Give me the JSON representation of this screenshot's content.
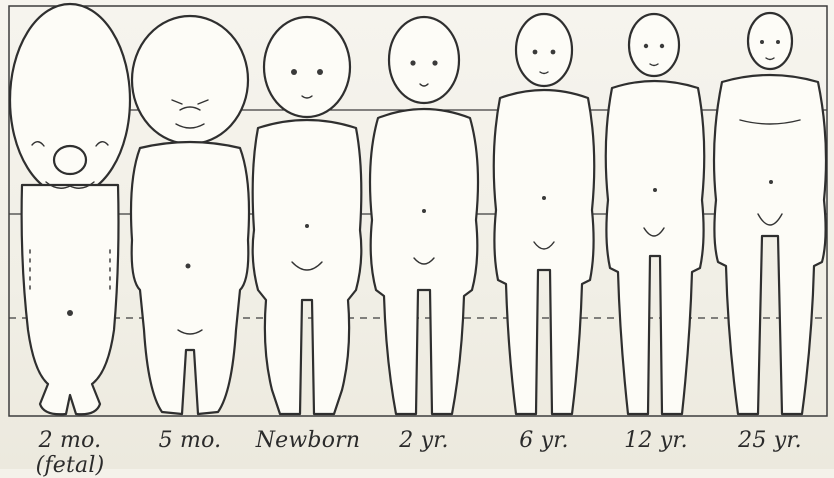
{
  "labels": [
    "2 mo. (fetal)",
    "5 mo.",
    "Newborn",
    "2 yr.",
    "6 yr.",
    "12 yr.",
    "25 yr."
  ]
}
